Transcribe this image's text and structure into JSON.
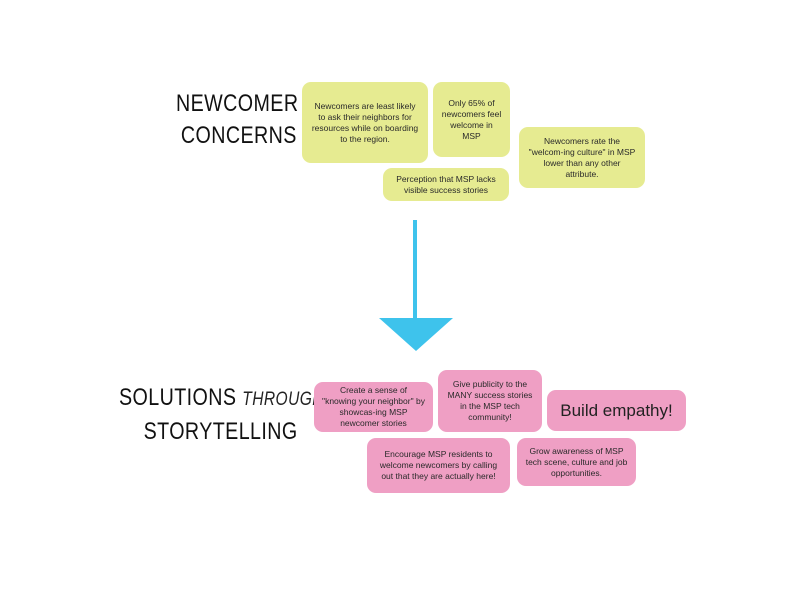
{
  "concerns": {
    "heading_line1": "NEWCOMER",
    "heading_line2": "CONCERNS",
    "notes": [
      "Newcomers are least likely to ask their neighbors for resources while on boarding to the region.",
      "Only 65% of newcomers feel welcome in MSP",
      "Newcomers rate the \"welcom-ing culture\" in MSP lower than any other attribute.",
      "Perception that MSP lacks visible success stories"
    ]
  },
  "solutions": {
    "heading_word1": "SOLUTIONS",
    "heading_word2": "THROUGH",
    "heading_line2": "STORYTELLING",
    "notes": [
      "Create a sense of \"knowing your neighbor\" by showcas-ing MSP newcomer stories",
      "Give publicity to the MANY success stories in the MSP tech community!",
      "Build empathy!",
      "Encourage MSP residents to welcome newcomers by calling out that they are actually here!",
      "Grow awareness of MSP tech scene, culture and job opportunities."
    ]
  },
  "colors": {
    "concern_note": "#e6eb91",
    "solution_note": "#ef9fc4",
    "arrow": "#3ec3ec"
  }
}
